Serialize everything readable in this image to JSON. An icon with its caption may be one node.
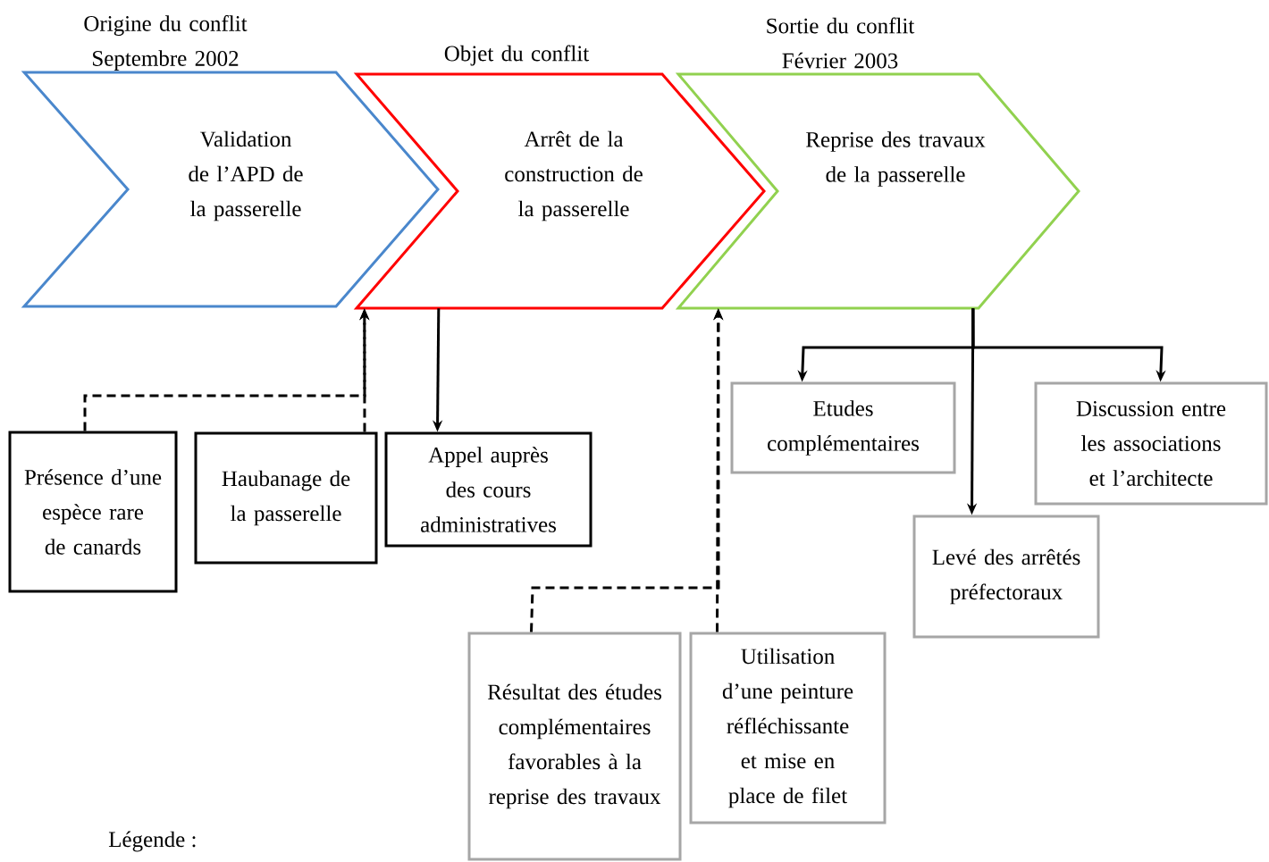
{
  "diagram": {
    "nodes": [
      {
        "text": [
          "Origine du conflit Septembre 2002",
          "Validation de l’APD de la passerelle"
        ]
      },
      {
        "text": [
          "Objet du conflit",
          "Arrêt de la construction de la passerelle"
        ]
      },
      {
        "text": [
          "Sortie du conflit Février 2003",
          "Reprise des travaux de la passerelle"
        ]
      },
      {
        "text": [
          "Présence d’une espèce rare de canards"
        ]
      },
      {
        "text": [
          "Haubanage de la passerelle"
        ]
      },
      {
        "text": [
          "Appel auprès des cours administratives"
        ]
      },
      {
        "text": [
          "Etudes complémentaires"
        ]
      },
      {
        "text": [
          "Discussion entre les associations et l’architecte"
        ]
      },
      {
        "text": [
          "Levé des arrêtés préfectoraux"
        ]
      },
      {
        "text": [
          "Résultat des études complémentaires favorables à la reprise des travaux"
        ]
      },
      {
        "text": [
          "Utilisation d’une peinture réfléchissante et mise en place de filet"
        ]
      }
    ],
    "edges": [
      {
        "from": 3,
        "to": 1,
        "arrow": "to",
        "style": "dashed"
      },
      {
        "from": 4,
        "to": 1,
        "arrow": "to",
        "style": "dashed"
      },
      {
        "from": 1,
        "to": 5,
        "arrow": "to"
      },
      {
        "from": 2,
        "to": 6,
        "arrow": "to"
      },
      {
        "from": 2,
        "to": 7,
        "arrow": "to"
      },
      {
        "from": 2,
        "to": 8,
        "arrow": "to"
      },
      {
        "from": 9,
        "to": 2,
        "arrow": "to",
        "style": "dashed"
      },
      {
        "from": 10,
        "to": 2,
        "arrow": "to",
        "style": "dashed"
      }
    ],
    "labels": [
      "Légende :"
    ]
  }
}
